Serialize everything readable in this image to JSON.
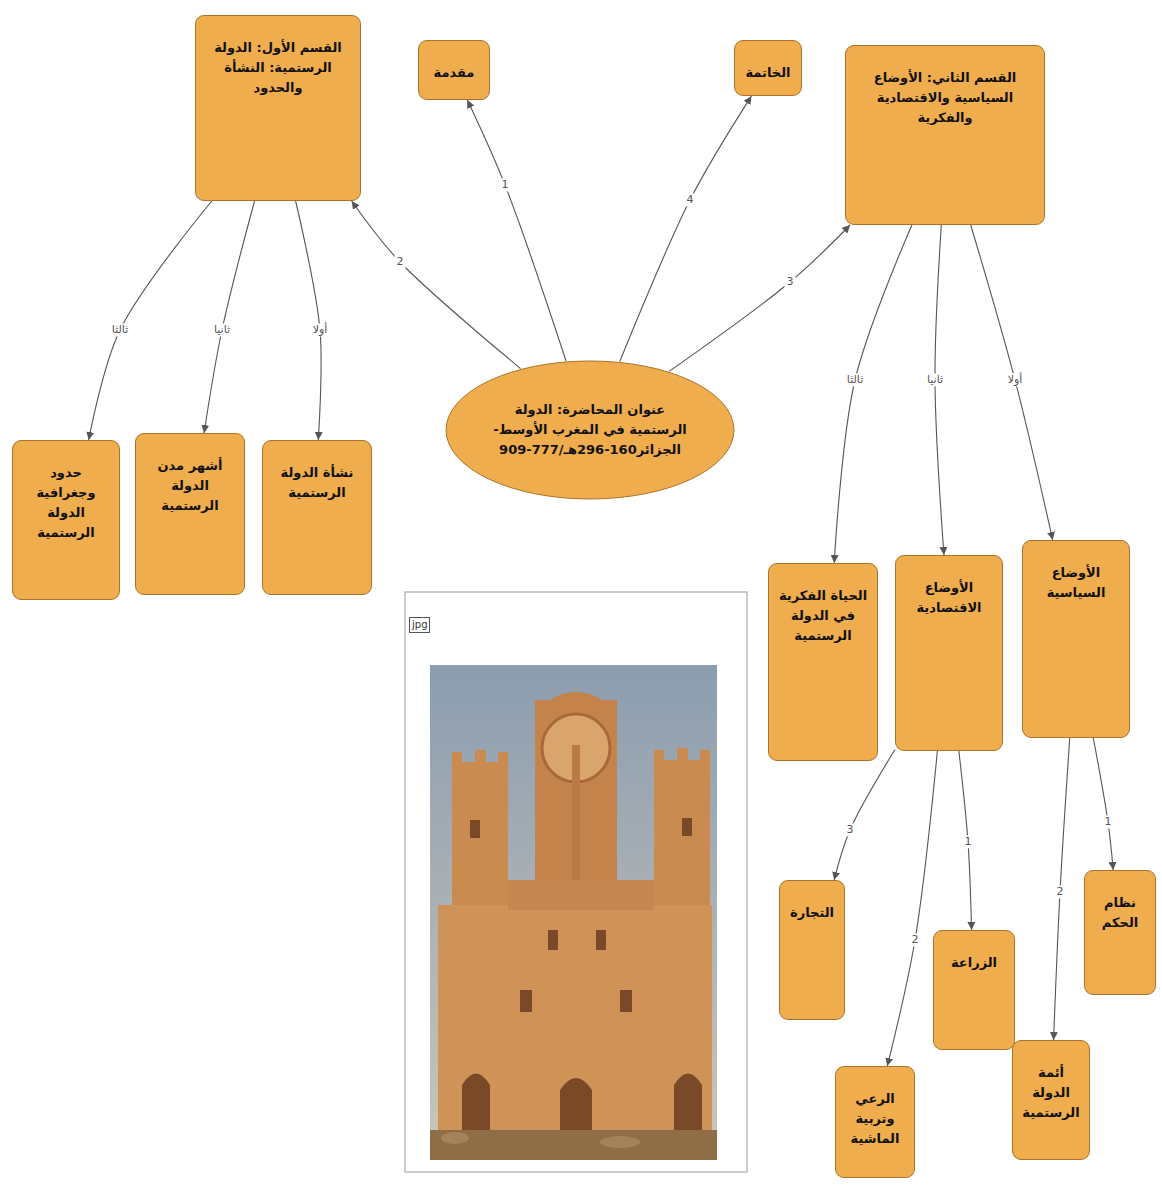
{
  "diagram": {
    "nodes": [
      {
        "text": [
          "عنوان المحاضرة: الدولة الرستمية في المغرب الأوسط- الجزائر160-296هـ/777-909"
        ]
      },
      {
        "text": [
          "مقدمة"
        ]
      },
      {
        "text": [
          "القسم الأول: الدولة الرستمية: النشأة والحدود"
        ]
      },
      {
        "text": [
          "القسم الثاني: الأوضاع السياسية والاقتصادية والفكرية"
        ]
      },
      {
        "text": [
          "الخاتمة"
        ]
      },
      {
        "text": [
          "نشأة الدولة الرستمية"
        ]
      },
      {
        "text": [
          "أشهر مدن الدولة الرستمية"
        ]
      },
      {
        "text": [
          "حدود وجغرافية الدولة الرستمية"
        ]
      },
      {
        "text": [
          "الأوضاع السياسية"
        ]
      },
      {
        "text": [
          "الأوضاع الاقتصادية"
        ]
      },
      {
        "text": [
          "الحياة الفكرية في الدولة الرستمية"
        ]
      },
      {
        "text": [
          "نظام الحكم"
        ]
      },
      {
        "text": [
          "أئمة الدولة الرستمية"
        ]
      },
      {
        "text": [
          "الزراعة"
        ]
      },
      {
        "text": [
          "الرعي وتربية الماشية"
        ]
      },
      {
        "text": [
          "التجارة"
        ]
      }
    ],
    "edges": [
      {
        "from": 0,
        "to": 1,
        "label": "1",
        "arrow": "to"
      },
      {
        "from": 0,
        "to": 2,
        "label": "2",
        "arrow": "to"
      },
      {
        "from": 0,
        "to": 3,
        "label": "3",
        "arrow": "to"
      },
      {
        "from": 0,
        "to": 4,
        "label": "4",
        "arrow": "to"
      },
      {
        "from": 2,
        "to": 5,
        "label": "أولا",
        "arrow": "to"
      },
      {
        "from": 2,
        "to": 6,
        "label": "ثانيا",
        "arrow": "to"
      },
      {
        "from": 2,
        "to": 7,
        "label": "ثالثا",
        "arrow": "to"
      },
      {
        "from": 3,
        "to": 8,
        "label": "أولا",
        "arrow": "to"
      },
      {
        "from": 3,
        "to": 9,
        "label": "ثانيا",
        "arrow": "to"
      },
      {
        "from": 3,
        "to": 10,
        "label": "ثالثا",
        "arrow": "to"
      },
      {
        "from": 8,
        "to": 11,
        "label": "1",
        "arrow": "to"
      },
      {
        "from": 8,
        "to": 12,
        "label": "2",
        "arrow": "to"
      },
      {
        "from": 9,
        "to": 13,
        "label": "1",
        "arrow": "to"
      },
      {
        "from": 9,
        "to": 14,
        "label": "2",
        "arrow": "to"
      },
      {
        "from": 9,
        "to": 15,
        "label": "3",
        "arrow": "to"
      }
    ],
    "labels": [
      "jpg"
    ]
  }
}
